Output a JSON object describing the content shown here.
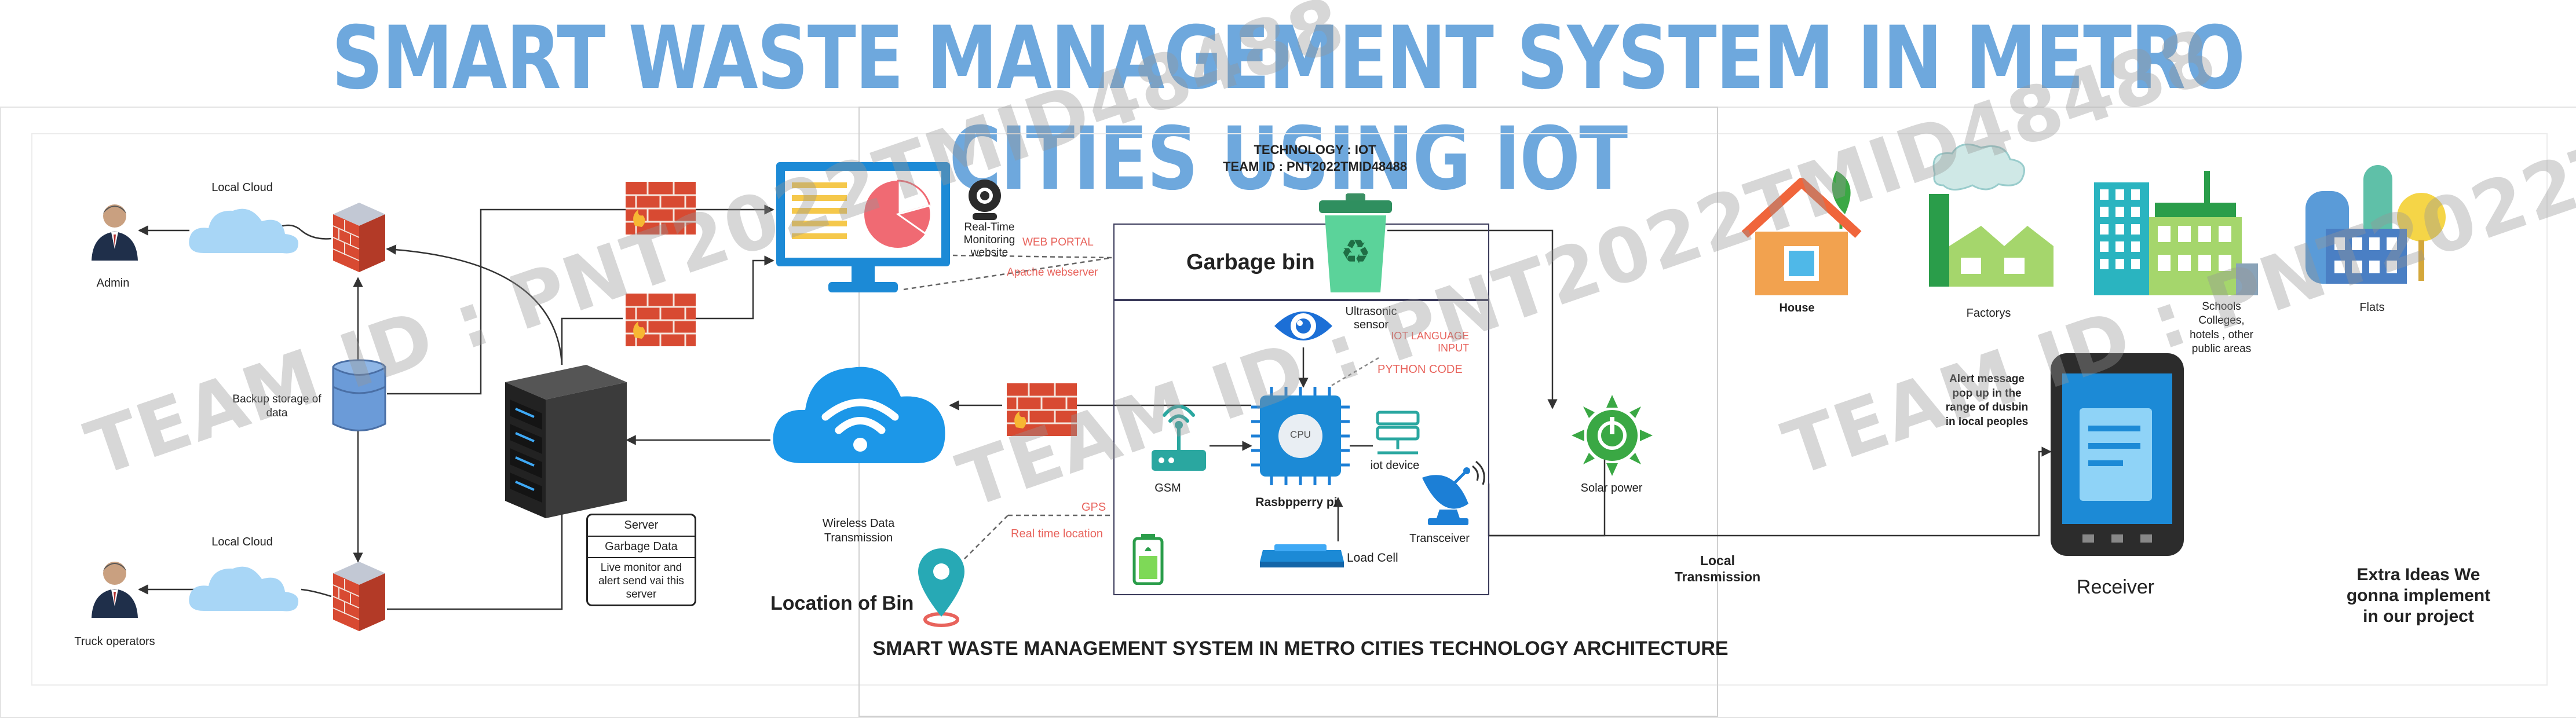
{
  "title": "SMART WASTE MANAGEMENT SYSTEM IN METRO CITIES USING IOT",
  "watermark": "TEAM ID : PNT2022TMID48488",
  "header": {
    "technology": "TECHNOLOGY : IOT",
    "team_id": "TEAM ID : PNT2022TMID48488"
  },
  "left": {
    "admin": "Admin",
    "local_cloud_top": "Local Cloud",
    "backup_storage": "Backup storage of data",
    "local_cloud_bottom": "Local Cloud",
    "truck_operators": "Truck operators",
    "monitoring_website": "Real-Time Monitoring website",
    "web_portal": "WEB PORTAL",
    "apache": "Apache webserver",
    "wireless": "Wireless Data Transmission",
    "server_box": [
      "Server",
      "Garbage Data",
      "Live monitor and alert send vai this server"
    ]
  },
  "center": {
    "garbage_bin": "Garbage bin",
    "ultrasonic": "Ultrasonic sensor",
    "iot_language": "IOT LANGUAGE INPUT",
    "python_code": "PYTHON CODE",
    "gsm": "GSM",
    "cpu": "CPU",
    "raspberry": "Rasbpperry pi",
    "iot_device": "iot device",
    "transceiver": "Transceiver",
    "gps": "GPS",
    "real_time_location": "Real time location",
    "load_cell": "Load Cell",
    "location_of_bin": "Location of Bin",
    "architecture": "SMART WASTE MANAGEMENT SYSTEM IN METRO CITIES TECHNOLOGY ARCHITECTURE",
    "solar_power": "Solar power",
    "local_transmission": "Local Transmission"
  },
  "right": {
    "house": "House",
    "factorys": "Factorys",
    "schools": "Schools Colleges, hotels , other public areas",
    "flats": "Flats",
    "alert_message": "Alert message pop up in the range of dusbin in local peoples",
    "receiver": "Receiver",
    "extra_ideas": "Extra Ideas We gonna implement in our project"
  },
  "colors": {
    "title": "#6ea8dd",
    "accent_blue": "#1c8ad6",
    "red_text": "#e8635c",
    "bin_green": "#5bd39a",
    "firewall_red": "#d84a32"
  }
}
